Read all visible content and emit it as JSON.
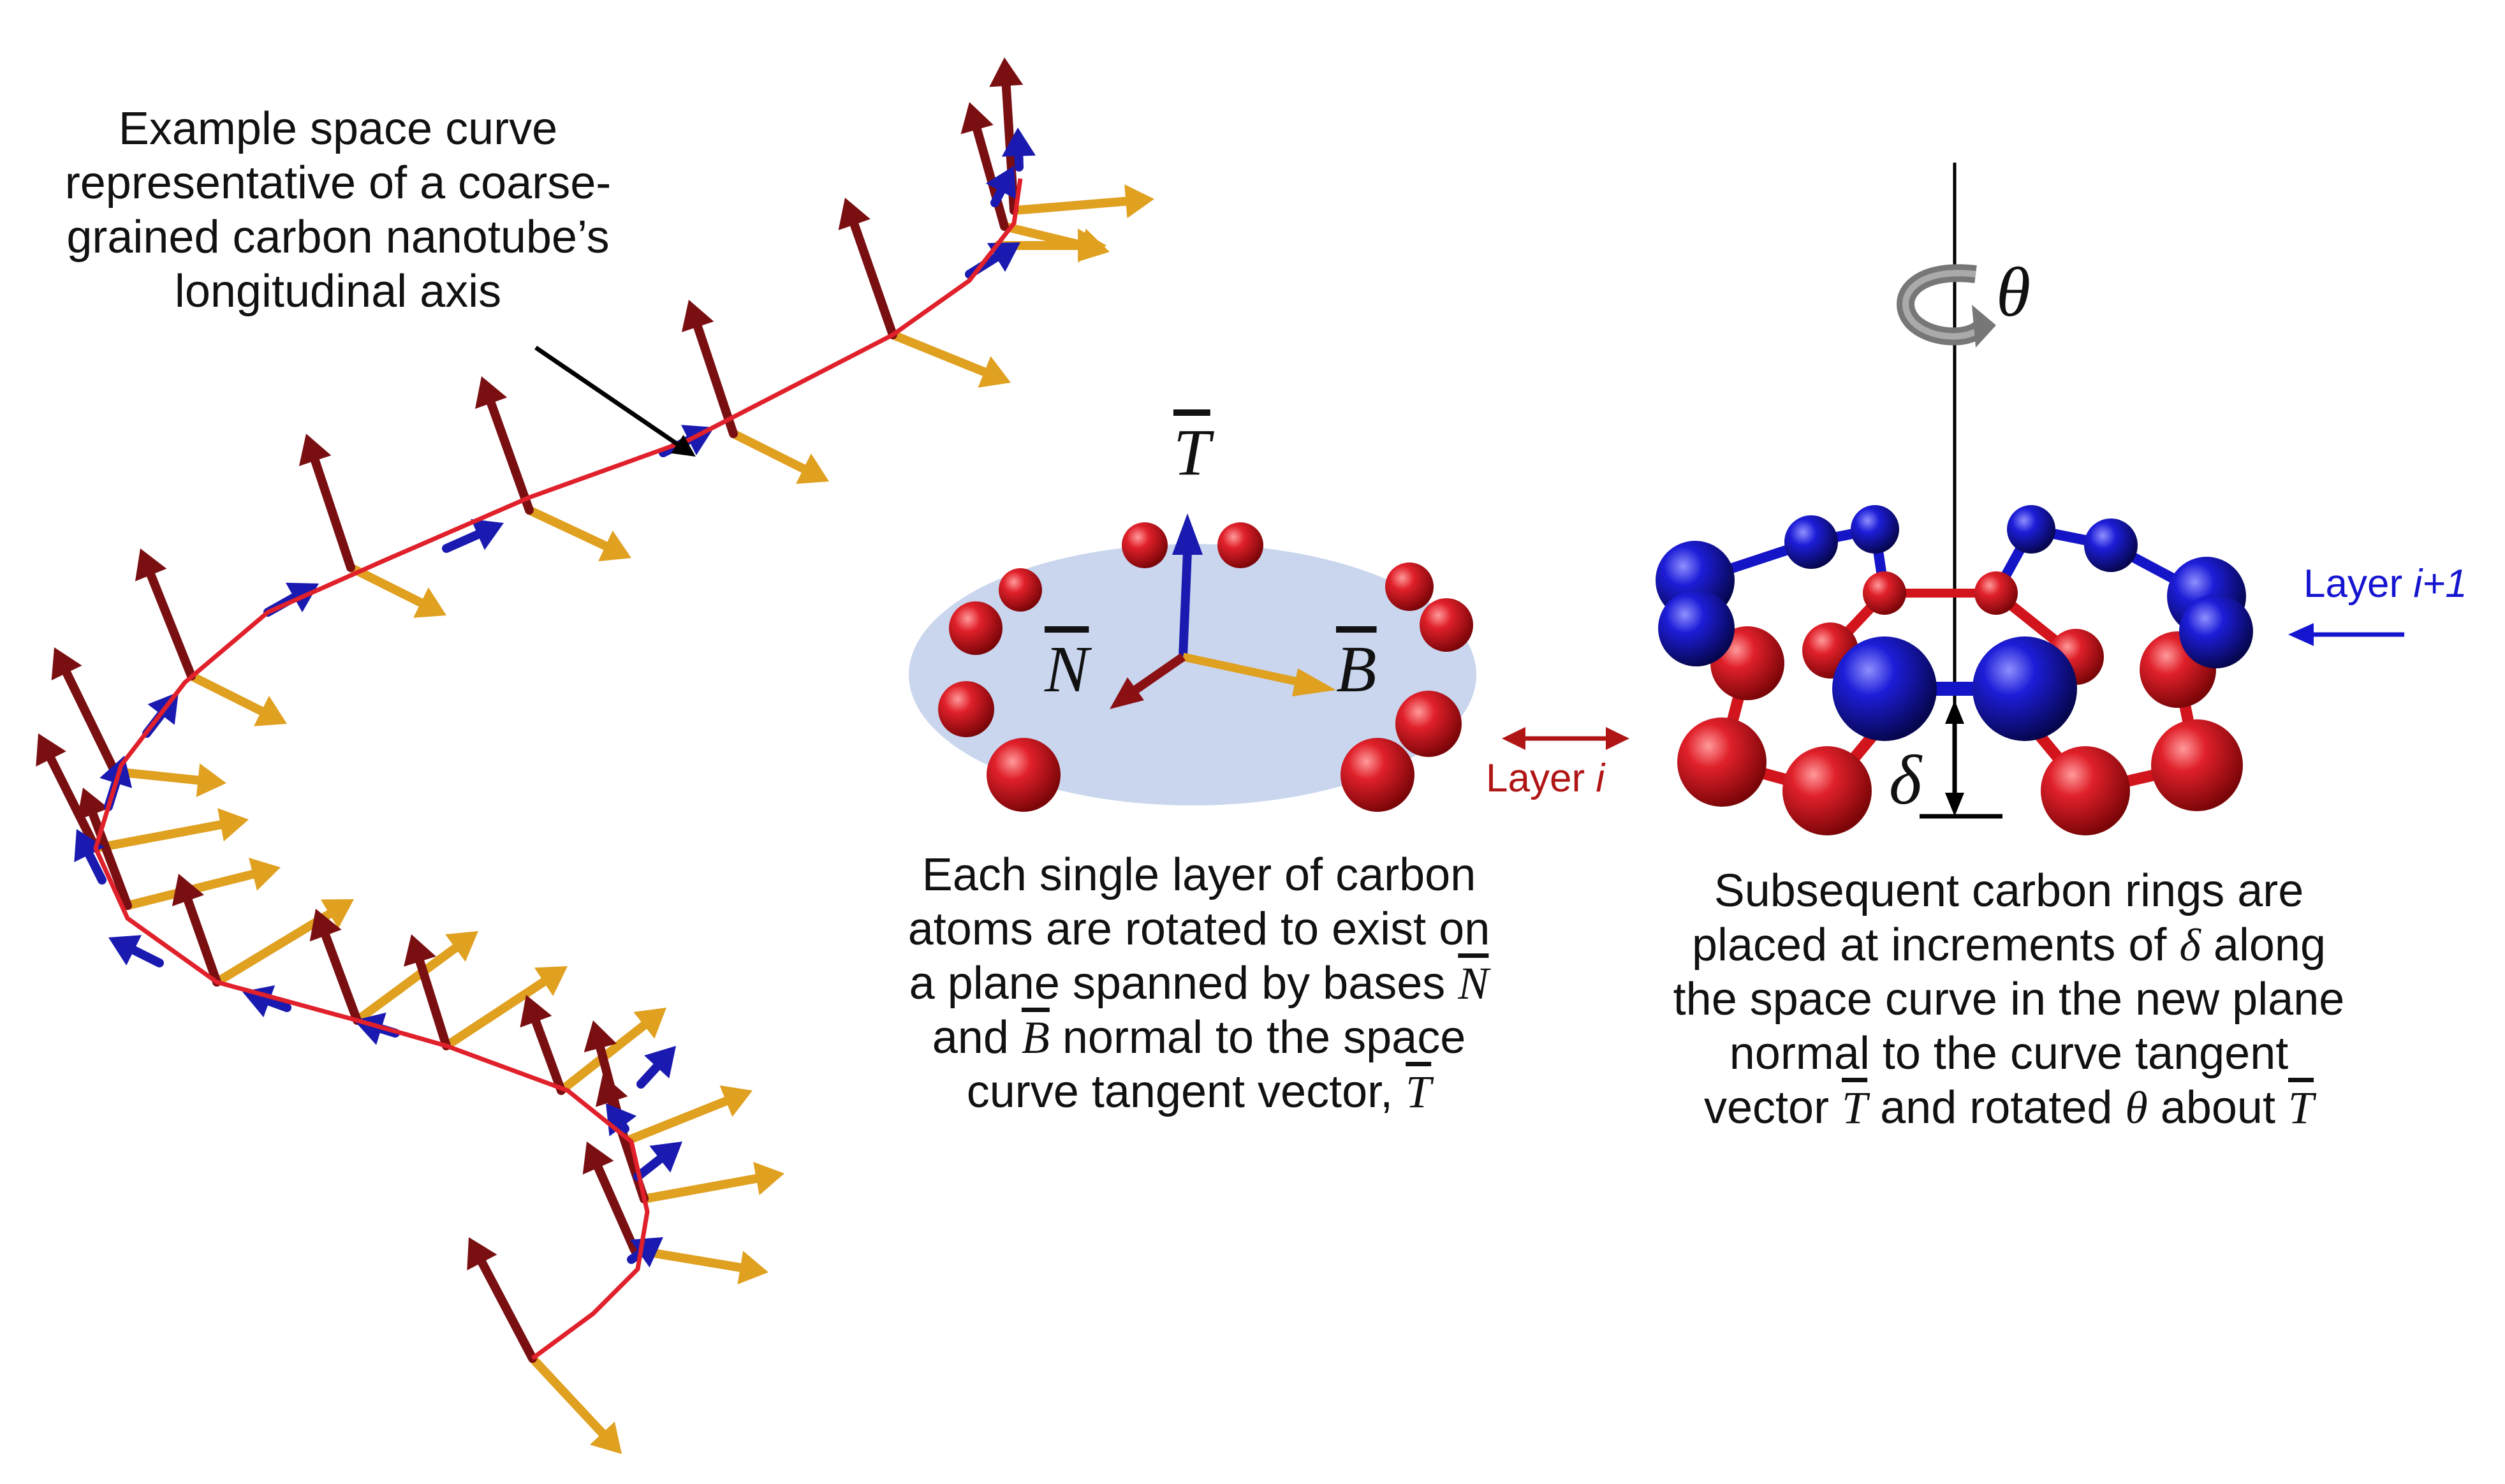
{
  "colors": {
    "normal_arrow": "#7a0f12",
    "binormal_arrow": "#e0a020",
    "tangent_arrow": "#1a1ab0",
    "curve": "#e0202a",
    "atom_red": "#d2141c",
    "atom_blue": "#1515c8",
    "plane": "#c9d6ee",
    "layer_i": "#b01515",
    "layer_i1": "#1515d0"
  },
  "left_panel": {
    "caption_lines": [
      "Example space curve",
      "representative of a coarse-",
      "grained carbon nanotube’s",
      "longitudinal axis"
    ]
  },
  "middle_panel": {
    "tangent_symbol": "T",
    "normal_symbol": "N",
    "binormal_symbol": "B",
    "layer_i_label": "Layer",
    "layer_i_index": "i",
    "caption": {
      "l1": "Each single layer of carbon",
      "l2": "atoms are rotated to exist on",
      "l3a": "a plane spanned by bases ",
      "l3b": "N",
      "l4a": "and ",
      "l4b": "B",
      "l4c": " normal to the space",
      "l5a": "curve tangent vector, ",
      "l5b": "T"
    }
  },
  "right_panel": {
    "theta_symbol": "θ",
    "delta_symbol": "δ",
    "layer_i1_label": "Layer",
    "layer_i1_index": "i+1",
    "caption": {
      "l1": "Subsequent carbon rings are",
      "l2a": "placed at increments of ",
      "l2b": "δ",
      "l2c": " along",
      "l3": "the space curve in the new plane",
      "l4": "normal to the curve tangent",
      "l5a": "vector ",
      "l5b": "T",
      "l5c": " and rotated ",
      "l5d": "θ",
      "l5e": " about ",
      "l5f": "T"
    }
  }
}
